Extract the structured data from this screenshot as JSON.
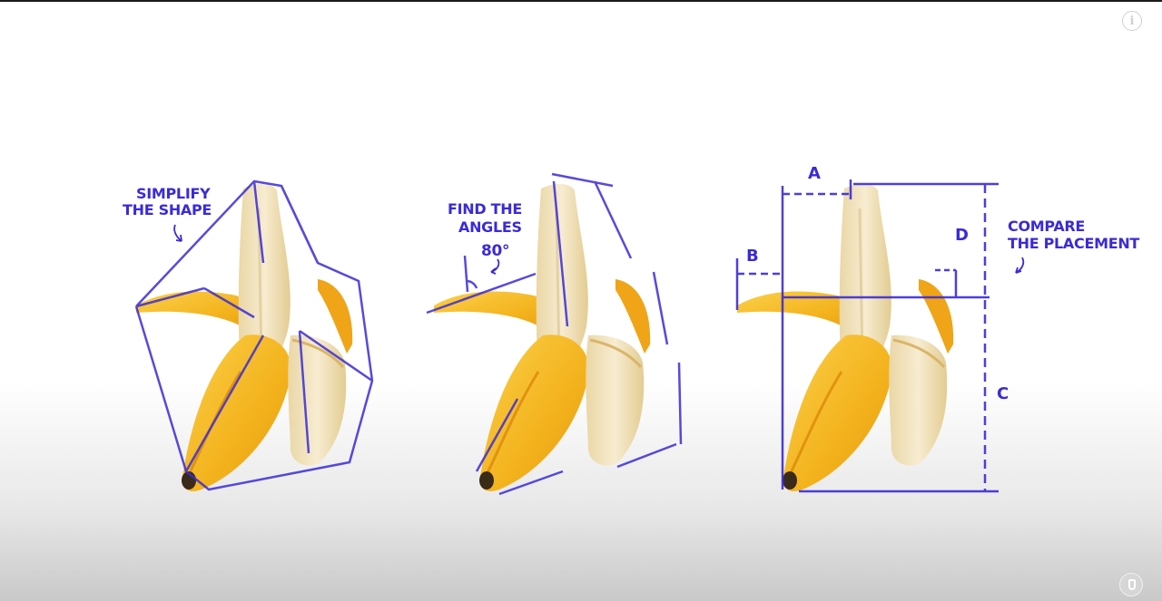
{
  "overlay": {
    "info_symbol": "i"
  },
  "annotations": {
    "simplify_line1": "SIMPLIFY",
    "simplify_line2": "THE SHAPE",
    "angles_line1": "FIND THE",
    "angles_line2": "ANGLES",
    "angle_value": "80°",
    "compare_line1": "COMPARE",
    "compare_line2": "THE PLACEMENT",
    "label_a": "A",
    "label_b": "B",
    "label_c": "C",
    "label_d": "D"
  },
  "colors": {
    "ink": "#3a2bd6",
    "banana_yellow": "#f3b21c",
    "banana_flesh": "#f3e6c0",
    "background_fade": "#c9c9c9"
  }
}
